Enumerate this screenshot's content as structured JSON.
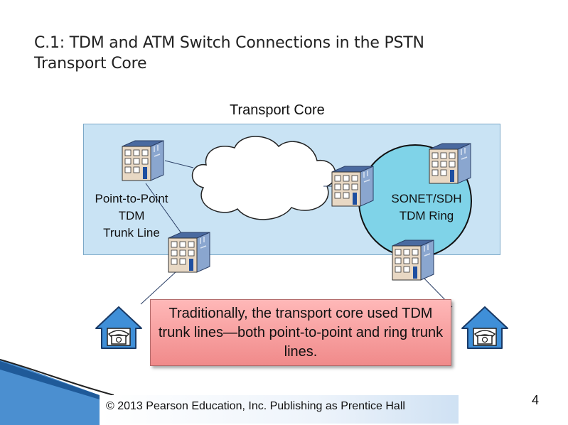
{
  "slide": {
    "title_line1": "C.1: TDM and ATM Switch Connections in the PSTN",
    "title_line2": "Transport Core",
    "page_number": "4"
  },
  "diagram": {
    "core_label": "Transport Core",
    "point_to_point_label": [
      "Point-to-Point",
      "TDM",
      "Trunk Line"
    ],
    "ring_label": [
      "SONET/SDH",
      "TDM Ring"
    ]
  },
  "callout": {
    "text": "Traditionally, the transport core used TDM trunk lines—both point-to-point and ring trunk lines."
  },
  "footer": {
    "text": "© 2013  Pearson Education, Inc. Publishing as Prentice Hall"
  },
  "colors": {
    "core_background": "#c9e3f4",
    "ring_fill": "#7fd3e8",
    "callout_fill": "#f49a9a",
    "house_fill": "#3f8fd8",
    "building_fill": "#e8d8c4",
    "building_roof": "#4a6aa0"
  },
  "icons": [
    "building-icon",
    "cloud-icon",
    "house-telephone-icon"
  ]
}
